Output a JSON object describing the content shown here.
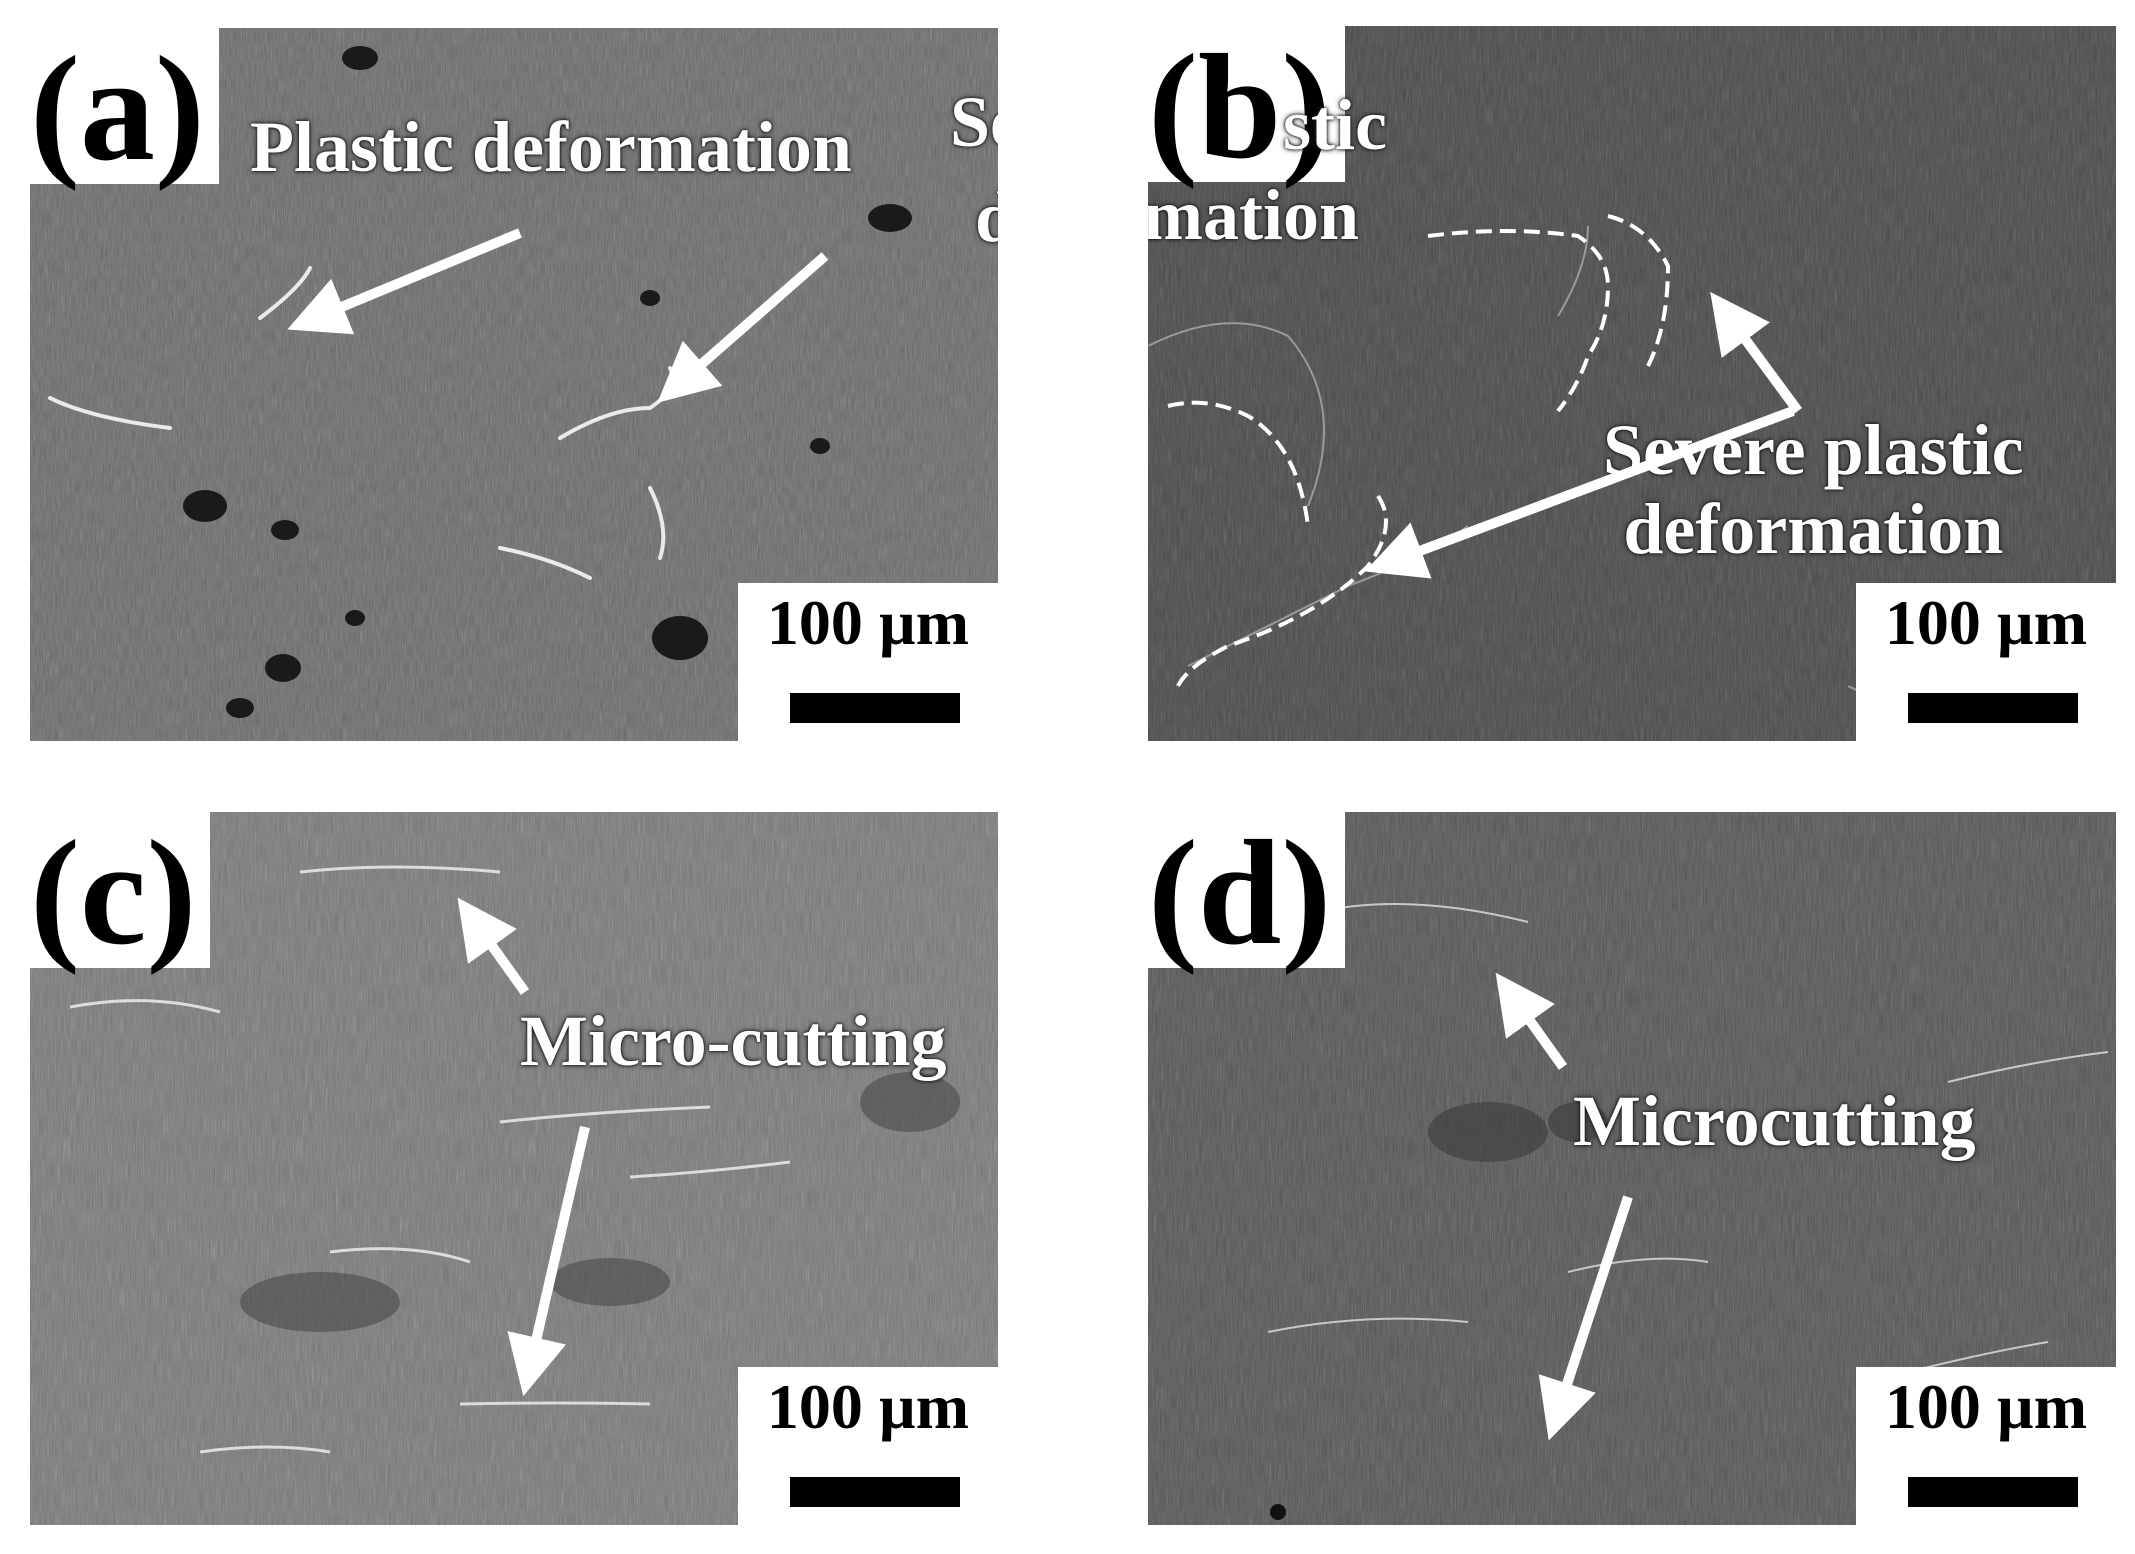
{
  "panels": {
    "a": {
      "label": "(a)",
      "annotation": "Plastic deformation",
      "cut_text_1": "Se",
      "cut_text_2": "d",
      "scale": "100 µm"
    },
    "b": {
      "label": "(b)",
      "cut_text_1": "stic",
      "cut_text_2": "mation",
      "annotation_line1": "Severe plastic",
      "annotation_line2": "deformation",
      "scale": "100 µm"
    },
    "c": {
      "label": "(c)",
      "annotation": "Micro-cutting",
      "scale": "100 µm"
    },
    "d": {
      "label": "(d)",
      "annotation": "Microcutting",
      "scale": "100 µm"
    }
  },
  "colors": {
    "panel_a": "#6a6a6a",
    "panel_b": "#4a4a4a",
    "panel_c": "#767676",
    "panel_d": "#555555",
    "arrow": "#ffffff"
  }
}
